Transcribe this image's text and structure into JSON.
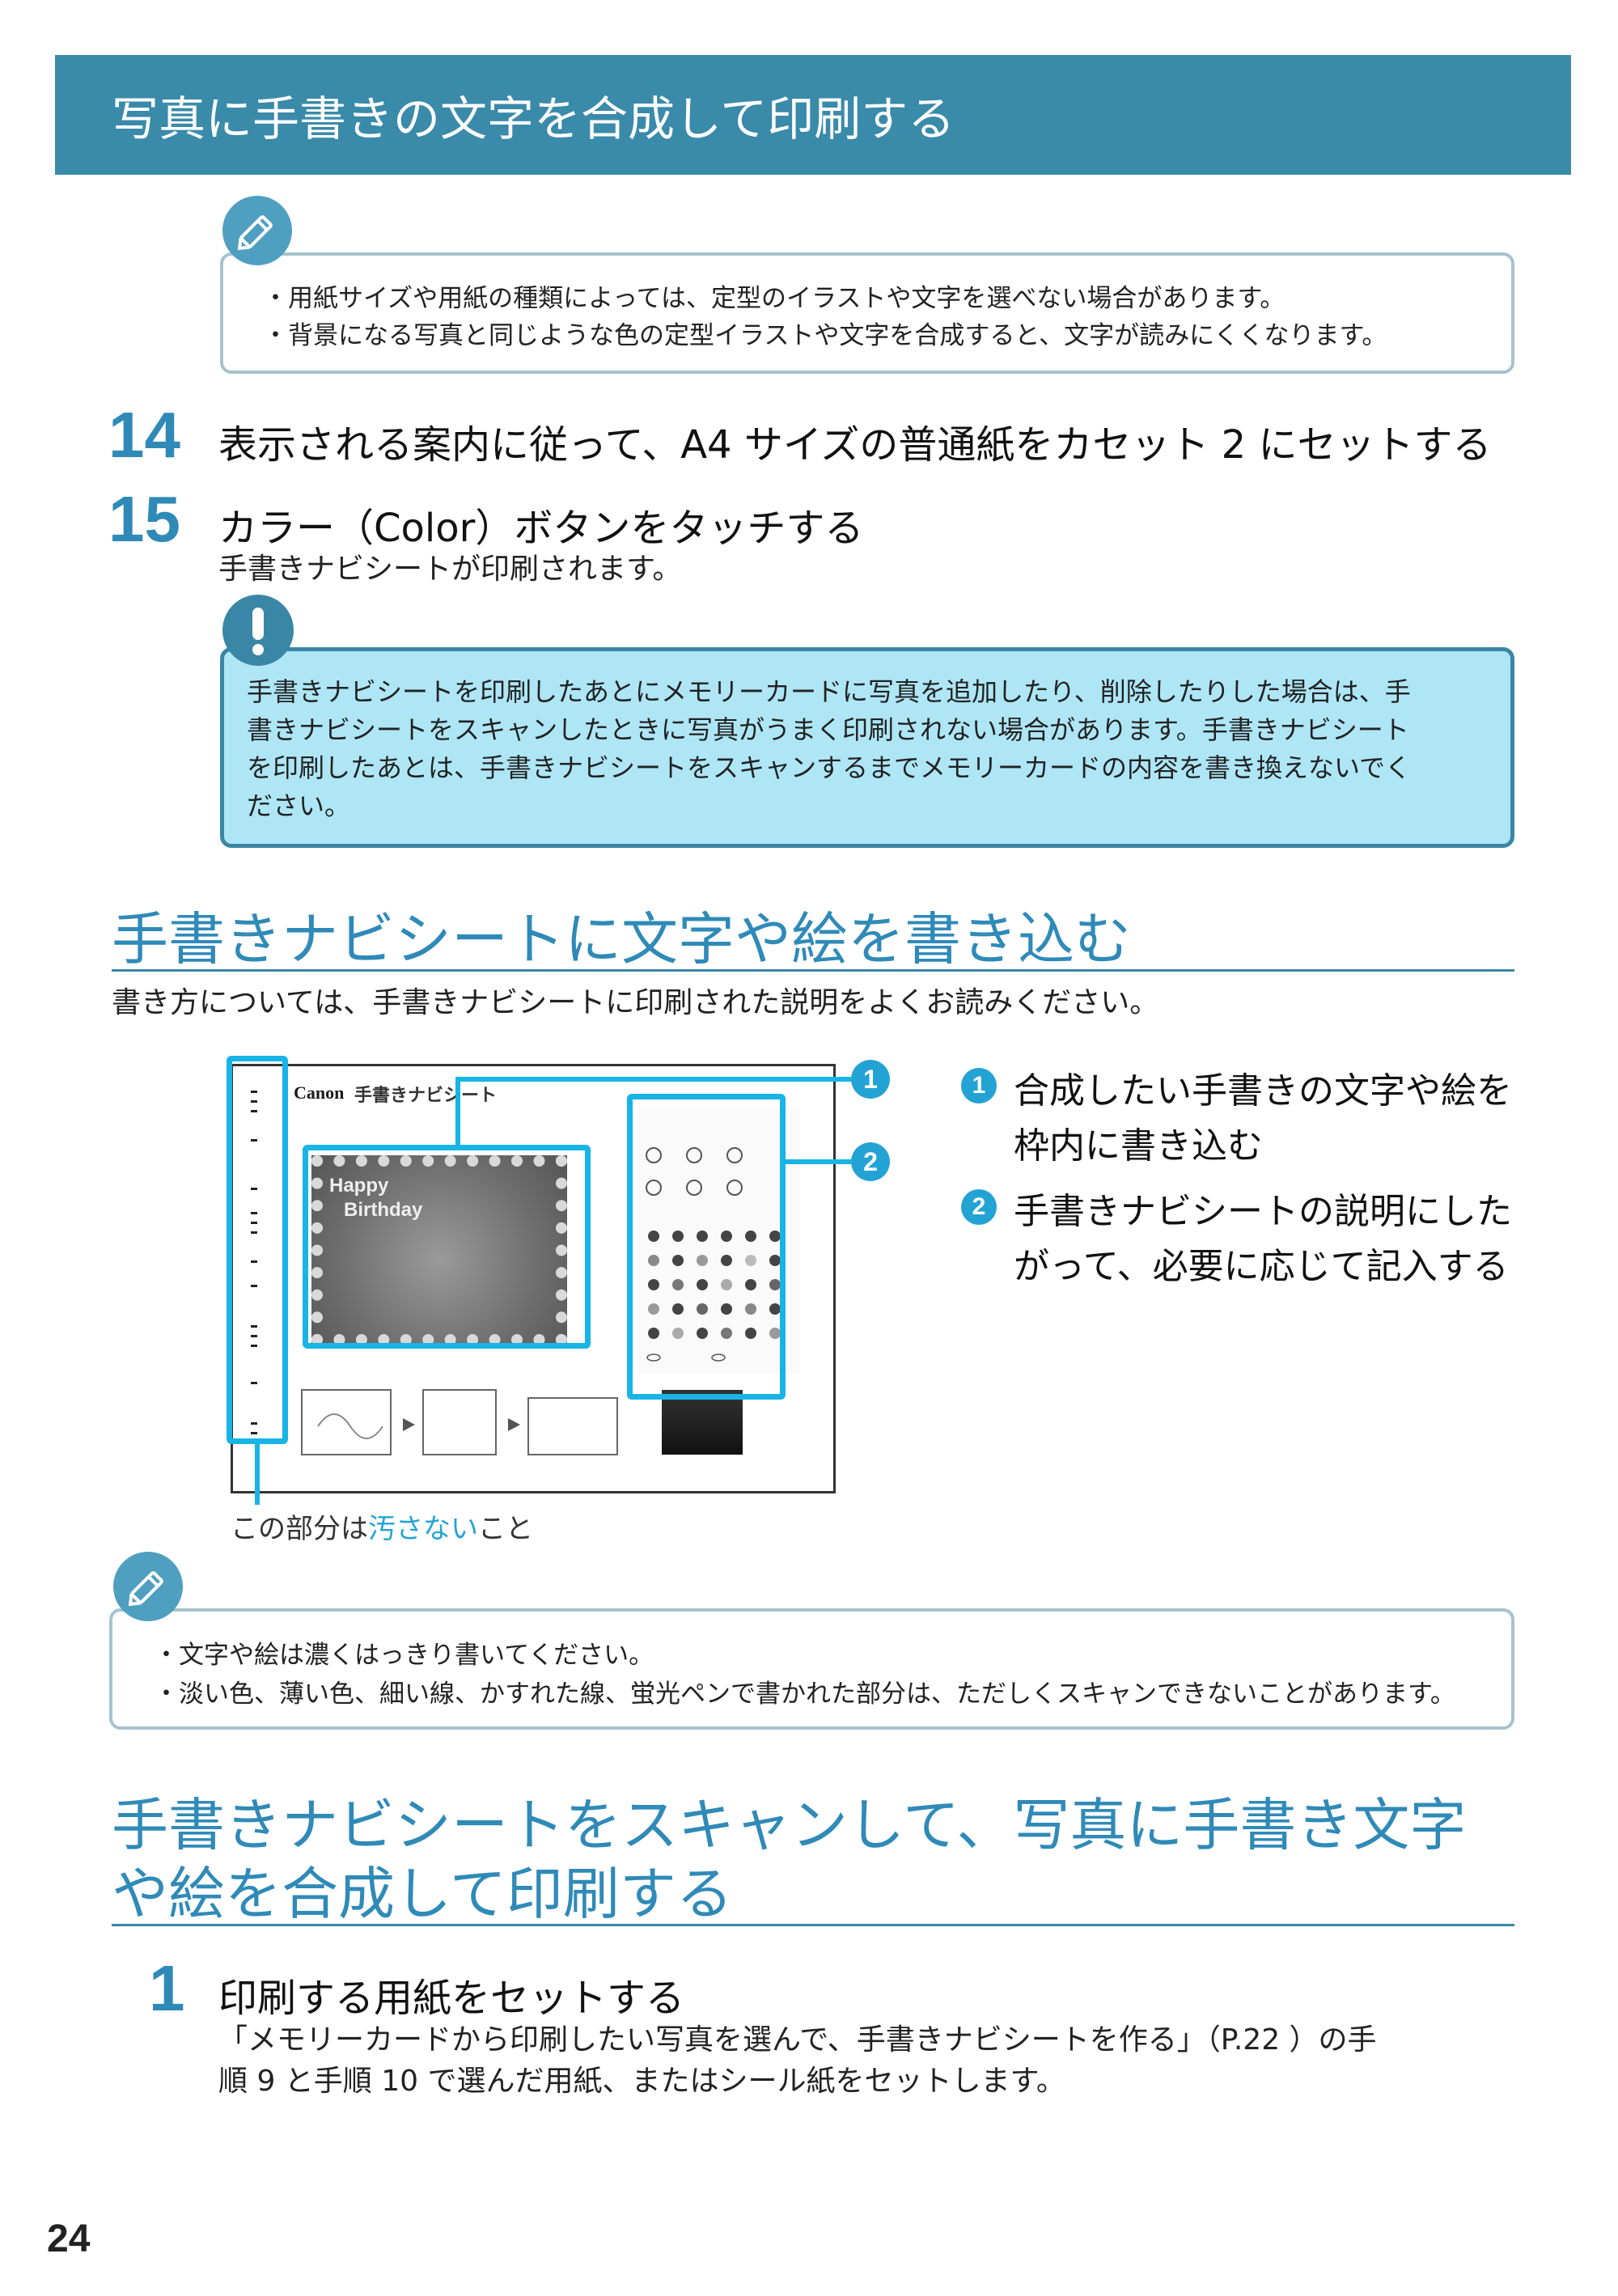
{
  "header": {
    "title": "写真に手書きの文字を合成して印刷する"
  },
  "note1": {
    "icon": "pencil-icon",
    "lines": [
      "・用紙サイズや用紙の種類によっては、定型のイラストや文字を選べない場合があります。",
      "・背景になる写真と同じような色の定型イラストや文字を合成すると、文字が読みにくくなります。"
    ]
  },
  "steps": {
    "s14": {
      "num": "14",
      "title": "表示される案内に従って、A4 サイズの普通紙をカセット 2 にセットする"
    },
    "s15": {
      "num": "15",
      "title": "カラー（Color）ボタンをタッチする",
      "desc": "手書きナビシートが印刷されます。"
    }
  },
  "warning": {
    "icon": "exclamation-icon",
    "lines": [
      "手書きナビシートを印刷したあとにメモリーカードに写真を追加したり、削除したりした場合は、手",
      "書きナビシートをスキャンしたときに写真がうまく印刷されない場合があります。手書きナビシート",
      "を印刷したあとは、手書きナビシートをスキャンするまでメモリーカードの内容を書き換えないでく",
      "ださい。"
    ]
  },
  "section1": {
    "title": "手書きナビシートに文字や絵を書き込む",
    "intro": "書き方については、手書きナビシートに印刷された説明をよくお読みください。"
  },
  "figure": {
    "brand": "Canon",
    "sheet_title": "手書きナビシート",
    "photo_text_1": "Happy",
    "photo_text_2": "Birthday",
    "caption_pre": "この部分は",
    "caption_hl": "汚さない",
    "caption_post": "こと",
    "callouts": [
      {
        "marker": "1",
        "lines": [
          "合成したい手書きの文字や絵を",
          "枠内に書き込む"
        ]
      },
      {
        "marker": "2",
        "lines": [
          "手書きナビシートの説明にした",
          "がって、必要に応じて記入する"
        ]
      }
    ]
  },
  "note2": {
    "icon": "pencil-icon",
    "lines": [
      "・文字や絵は濃くはっきり書いてください。",
      "・淡い色、薄い色、細い線、かすれた線、蛍光ペンで書かれた部分は、ただしくスキャンできないことがあります。"
    ]
  },
  "section2": {
    "title_line1": "手書きナビシートをスキャンして、写真に手書き文字",
    "title_line2": "や絵を合成して印刷する"
  },
  "step1": {
    "num": "1",
    "title": "印刷する用紙をセットする",
    "desc_line1": "「メモリーカードから印刷したい写真を選んで、手書きナビシートを作る」（P.22 ）の手",
    "desc_line2": "順 9 と手順 10 で選んだ用紙、またはシール紙をセットします。"
  },
  "page_number": "24"
}
